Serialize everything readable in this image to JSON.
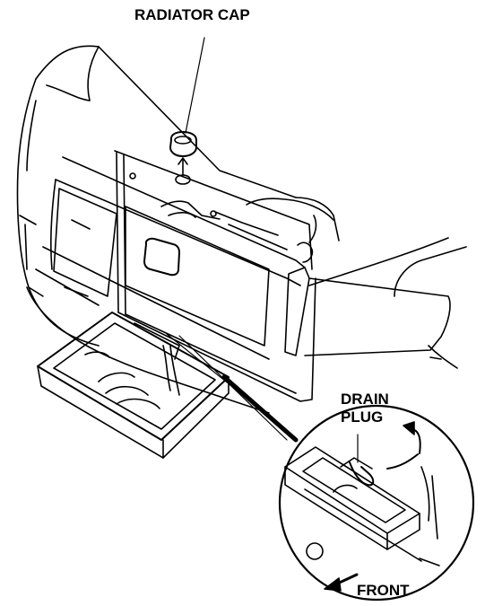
{
  "labels": {
    "radiator_cap": "RADIATOR CAP",
    "drain_plug_line1": "DRAIN",
    "drain_plug_line2": "PLUG",
    "front": "FRONT"
  },
  "colors": {
    "line": "#000000",
    "background": "#ffffff",
    "fill": "#ffffff"
  }
}
